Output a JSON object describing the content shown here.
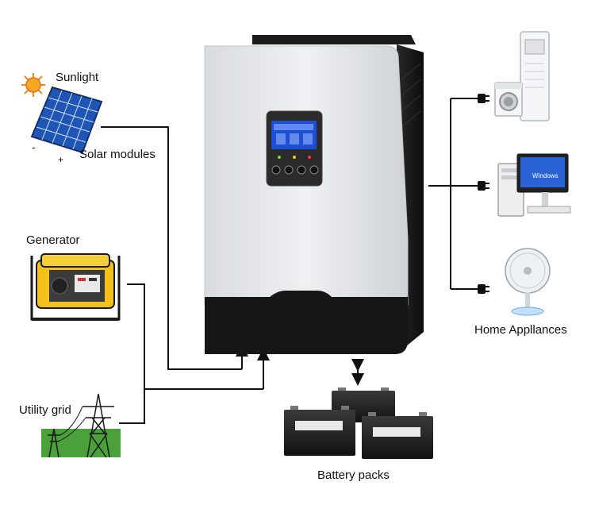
{
  "labels": {
    "sunlight": "Sunlight",
    "solar_modules": "Solar modules",
    "generator": "Generator",
    "utility_grid": "Utility grid",
    "home_appliances": "Home Appllances",
    "battery_packs": "Battery packs"
  },
  "solar_panel_signs": {
    "minus": "-",
    "plus": "+"
  },
  "monitor_screen_text": "Windows",
  "icons": [
    "sun-icon",
    "solar-panel-icon",
    "generator-icon",
    "power-tower-icon",
    "inverter-icon",
    "air-conditioner-icon",
    "washing-machine-icon",
    "desktop-computer-icon",
    "electric-fan-icon",
    "battery-icon",
    "plug-icon"
  ],
  "colors": {
    "wire": "#111111",
    "inverter_body": "#e6e8ea",
    "inverter_base": "#161616",
    "lcd_screen": "#1c4fd6",
    "solar_cell": "#2f6fd0",
    "generator_body": "#f2c21b",
    "grid_grass": "#4aa03a"
  }
}
